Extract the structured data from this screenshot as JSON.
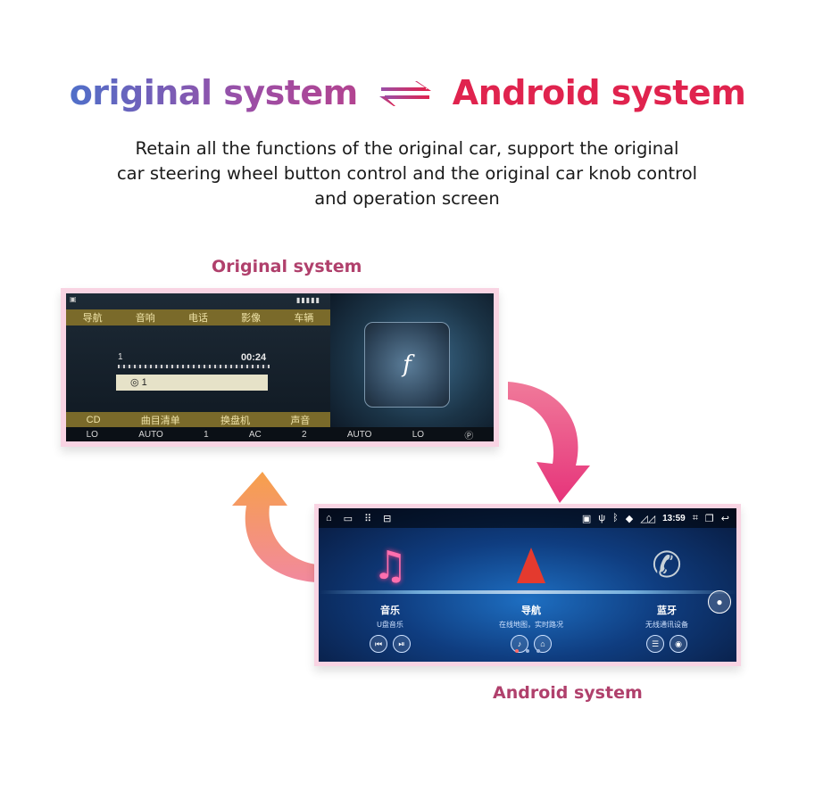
{
  "headline": {
    "left": "original system",
    "right": "Android system",
    "swap_icon": "swap-arrows-icon"
  },
  "subtitle": {
    "line1": "Retain all the functions of the original car, support the original",
    "line2": "car steering wheel button control and the original car knob control",
    "line3": "and operation screen"
  },
  "captions": {
    "original": "Original system",
    "android": "Android system"
  },
  "original_screen": {
    "menu_top": [
      "导航",
      "音响",
      "电话",
      "影像",
      "车辆"
    ],
    "track_number": "1",
    "time": "00:24",
    "highlight_item": "1",
    "menu_bottom": [
      "CD",
      "曲目清单",
      "换盘机",
      "声音"
    ],
    "status": [
      "LO",
      "AUTO",
      "1",
      "AC",
      "2",
      "AUTO",
      "LO"
    ],
    "speaker_logo": "f"
  },
  "android_screen": {
    "status_time": "13:59",
    "tiles": [
      {
        "title": "音乐",
        "subtitle": "U盘音乐",
        "icon": "music-note-icon"
      },
      {
        "title": "导航",
        "subtitle": "在线地图，实时路况",
        "icon": "navigation-arrow-icon"
      },
      {
        "title": "蓝牙",
        "subtitle": "无线通讯设备",
        "icon": "phone-handset-icon"
      }
    ]
  },
  "colors": {
    "headline_right": "#e0234e",
    "caption": "#b0406c",
    "frame": "#f9d4e3"
  }
}
